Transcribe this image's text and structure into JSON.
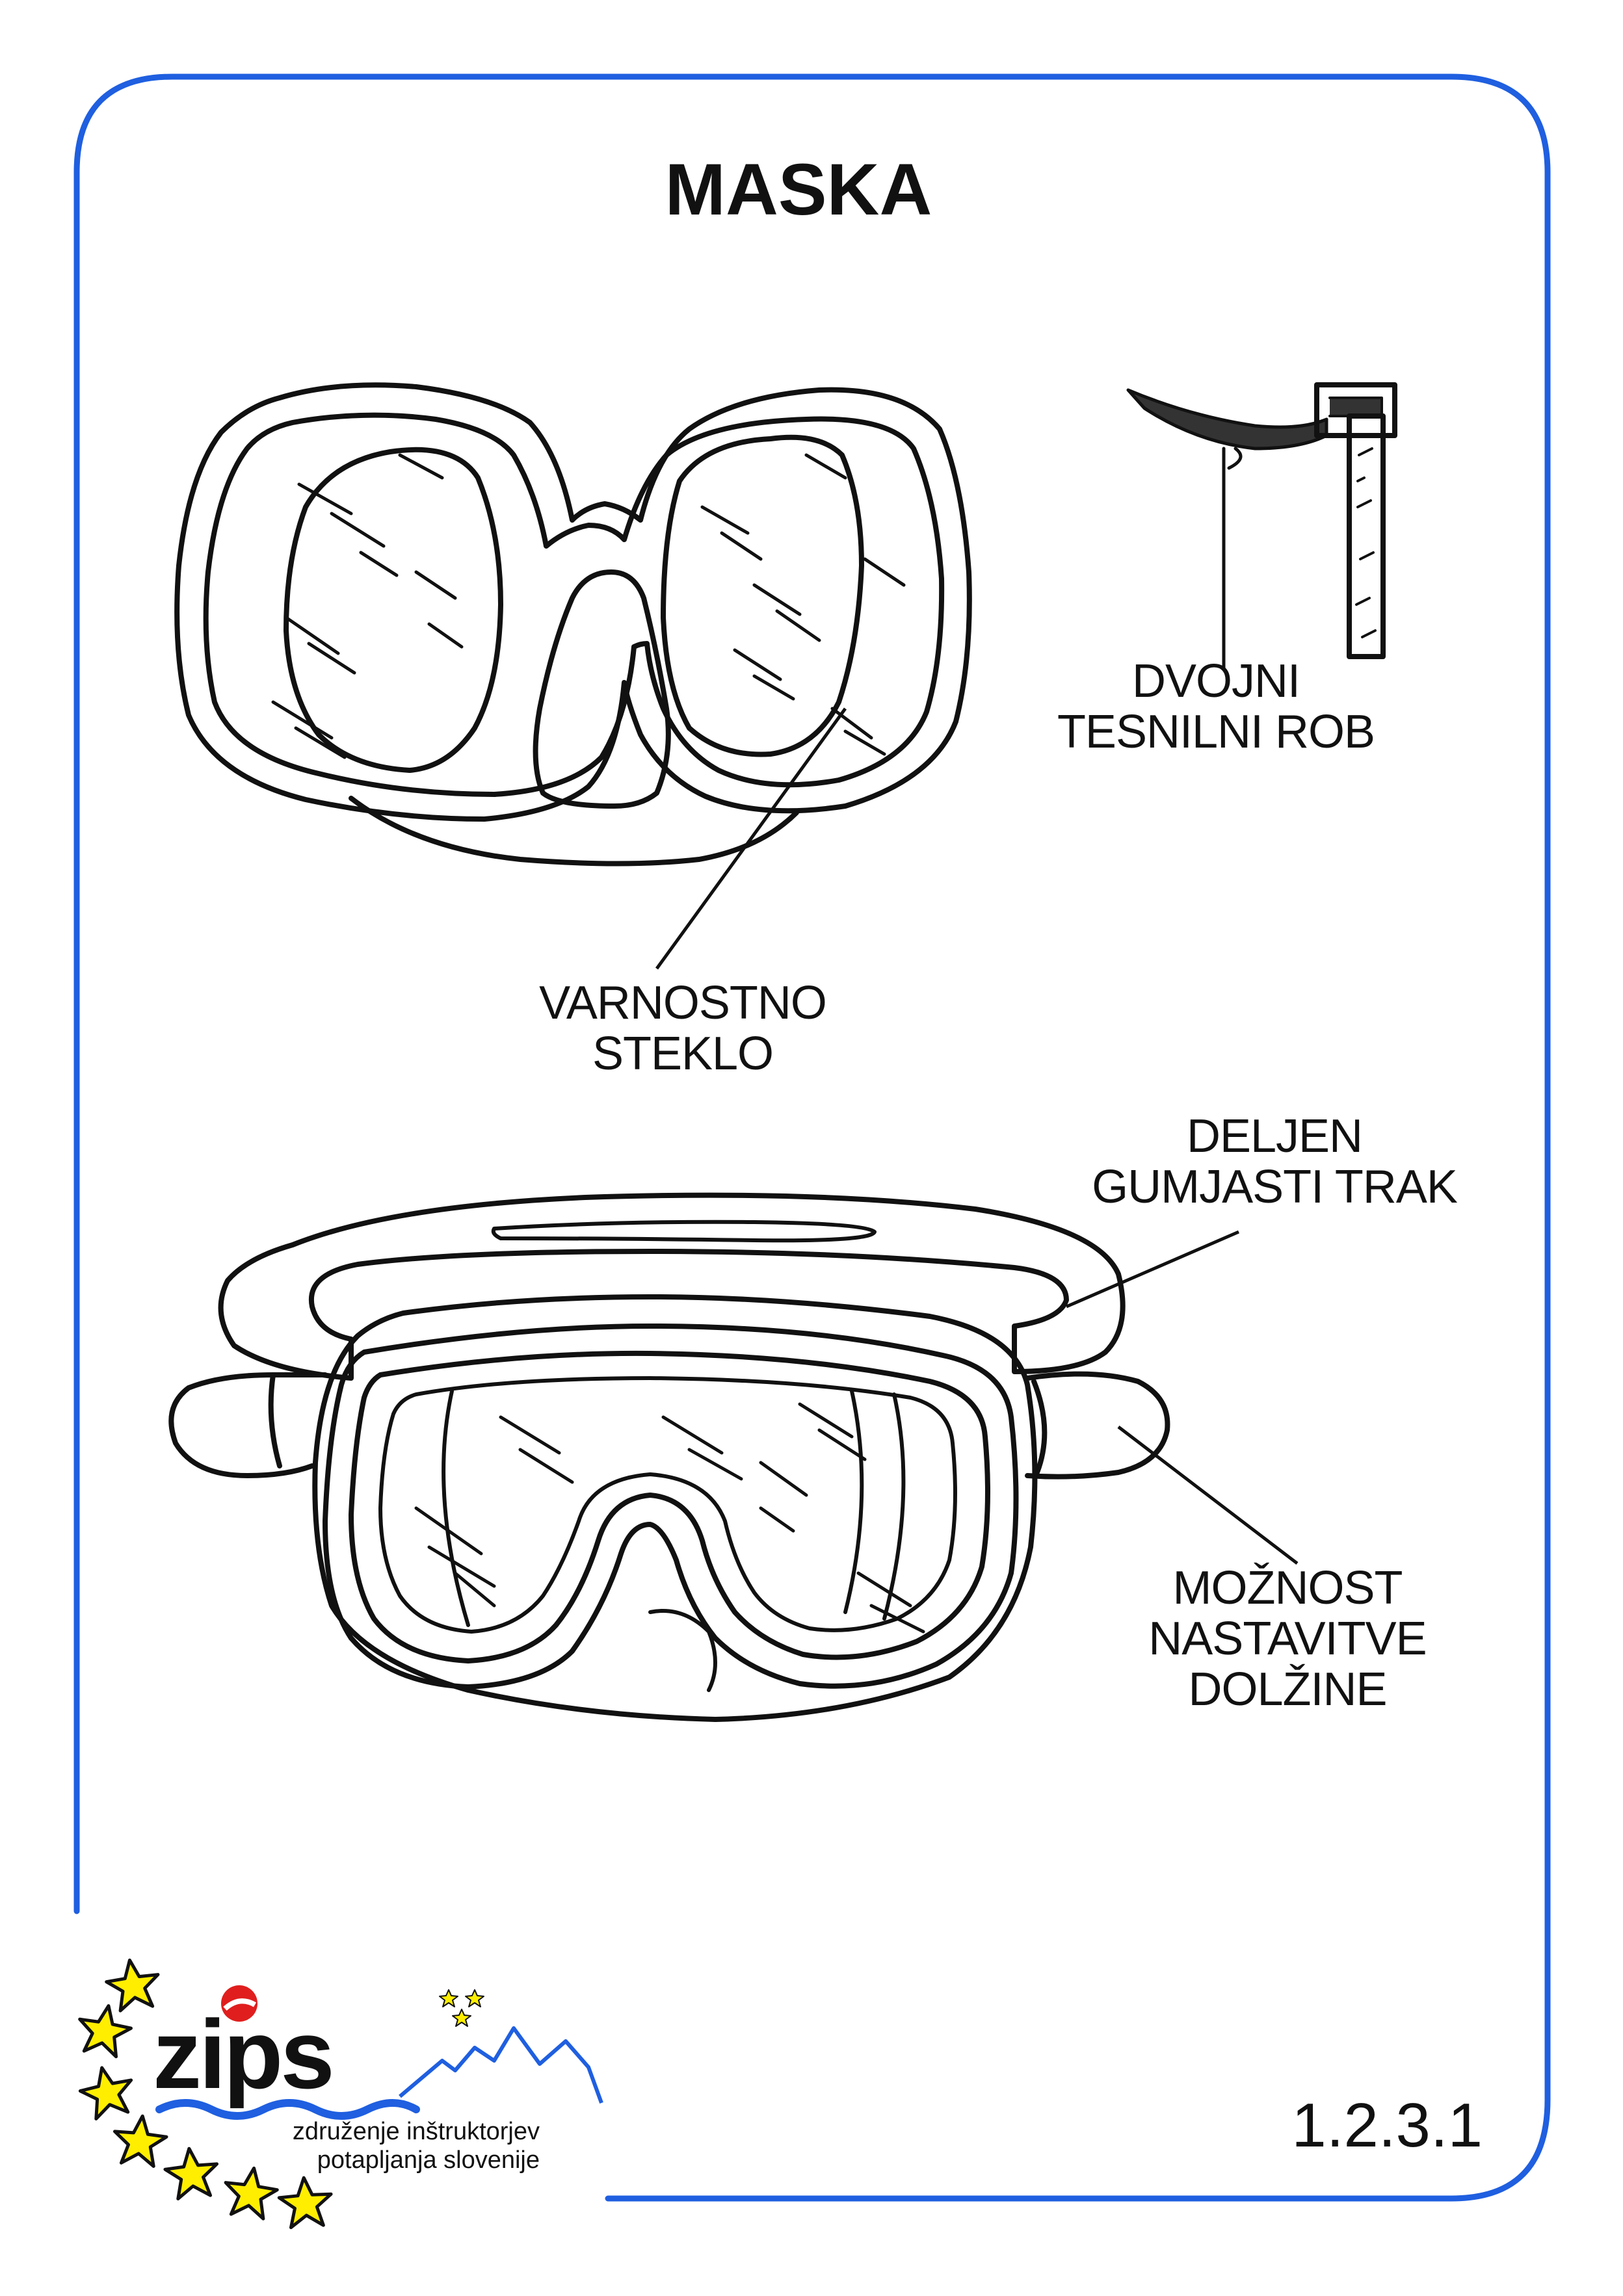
{
  "title": "MASKA",
  "labels": {
    "seal": [
      "DVOJNI",
      "TESNILNI ROB"
    ],
    "glass": [
      "VARNOSTNO",
      "STEKLO"
    ],
    "strap": [
      "DELJEN",
      "GUMJASTI TRAK"
    ],
    "adjust": [
      "MOŽNOST",
      "NASTAVITVE",
      "DOLŽINE"
    ]
  },
  "page_number": "1.2.3.1",
  "logo": {
    "wordmark": "zips",
    "subtitle": [
      "združenje inštruktorjev",
      "potapljanja slovenije"
    ]
  },
  "colors": {
    "frame": "#1f5fe0",
    "ink": "#111111",
    "seal_fill": "#333333",
    "star_fill": "#ffee00",
    "logo_red": "#e01e1e",
    "logo_blue": "#1f5fe0"
  },
  "icons": [
    "star-icon",
    "mountain-icon",
    "wave-icon"
  ]
}
